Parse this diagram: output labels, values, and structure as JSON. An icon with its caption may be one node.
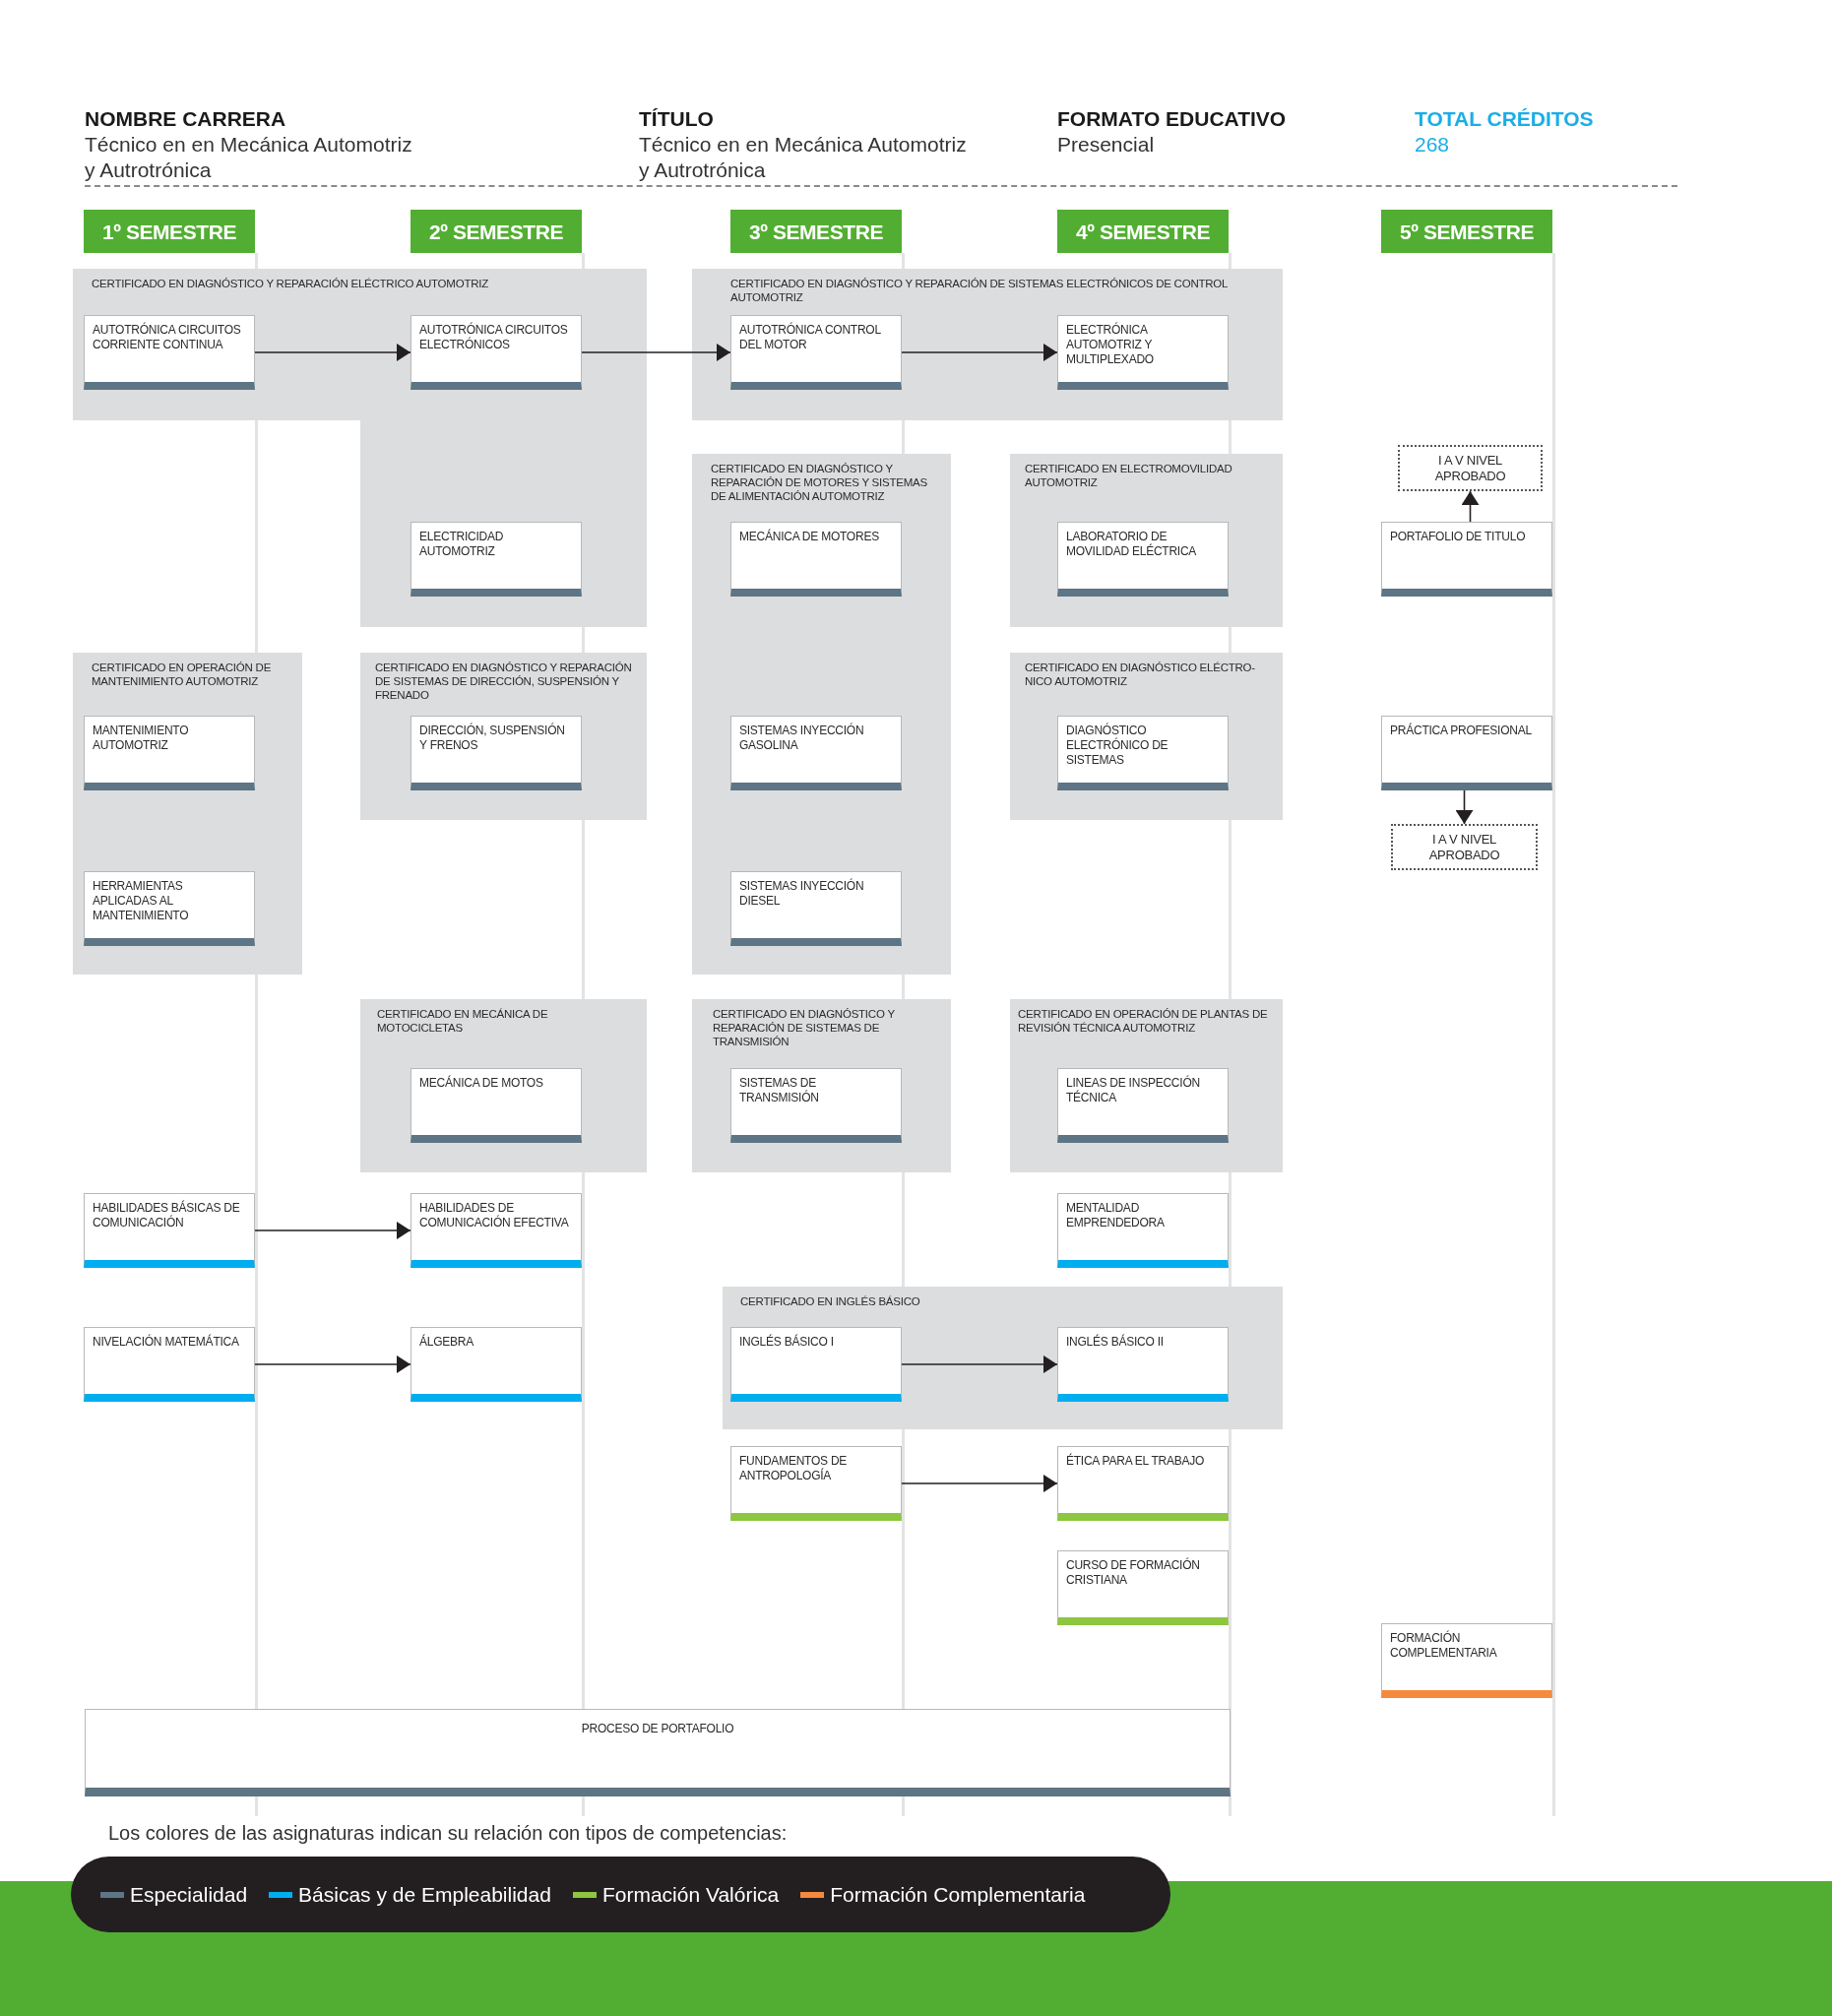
{
  "diagram": {
    "nodes": [
      {
        "text": [
          "1º SEMESTRE"
        ]
      },
      {
        "text": [
          "2º SEMESTRE"
        ]
      },
      {
        "text": [
          "3º SEMESTRE"
        ]
      },
      {
        "text": [
          "4º SEMESTRE"
        ]
      },
      {
        "text": [
          "5º SEMESTRE"
        ]
      },
      {
        "text": [
          "CERTIFICADO EN DIAGNÓSTICO Y REPARACIÓN ELÉCTRICO AUTOMOTRIZ"
        ]
      },
      {
        "text": [
          "AUTOTRÓNICA CIRCUITOS CORRIENTE CONTINUA"
        ],
        "in": 5
      },
      {
        "text": [
          "AUTOTRÓNICA CIRCUITOS ELECTRÓNICOS"
        ],
        "in": 5
      },
      {
        "text": [
          "CERTIFICADO EN DIAGNÓSTICO Y REPARACIÓN DE SISTEMAS ELECTRÓNICOS DE CONTROL AUTOMOTRIZ"
        ]
      },
      {
        "text": [
          "AUTOTRÓNICA CONTROL DEL MOTOR"
        ],
        "in": 8
      },
      {
        "text": [
          "ELECTRÓNICA AUTOMOTRIZ Y MULTIPLEXADO"
        ],
        "in": 8
      },
      {
        "text": [
          "I A V NIVEL APROBADO"
        ]
      },
      {
        "text": [
          "CERTIFICADO EN DIAGNÓSTICO Y REPARACIÓN DE MOTORES Y SISTEMAS DE ALIMENTACIÓN AUTOMOTRIZ"
        ]
      },
      {
        "text": [
          "CERTIFICADO EN ELECTROMOVILIDAD AUTOMOTRIZ"
        ]
      },
      {
        "text": [
          "ELECTRICIDAD AUTOMOTRIZ"
        ],
        "in": 5
      },
      {
        "text": [
          "MECÁNICA DE MOTORES"
        ],
        "in": 12
      },
      {
        "text": [
          "LABORATORIO DE MOVILIDAD ELÉCTRICA"
        ],
        "in": 13
      },
      {
        "text": [
          "PORTAFOLIO DE TITULO"
        ]
      },
      {
        "text": [
          "CERTIFICADO EN OPERACIÓN DE MANTENIMIENTO AUTOMOTRIZ"
        ]
      },
      {
        "text": [
          "CERTIFICADO EN DIAGNÓSTICO Y REPARACIÓN DE SISTEMAS DE DIRECCIÓN, SUSPENSIÓN Y FRENADO"
        ]
      },
      {
        "text": [
          "CERTIFICADO EN DIAGNÓSTICO ELÉCTRO- NICO AUTOMOTRIZ"
        ]
      },
      {
        "text": [
          "MANTENIMIENTO AUTOMOTRIZ"
        ],
        "in": 18
      },
      {
        "text": [
          "DIRECCIÓN, SUSPENSIÓN Y FRENOS"
        ],
        "in": 19
      },
      {
        "text": [
          "SISTEMAS INYECCIÓN GASOLINA"
        ],
        "in": 12
      },
      {
        "text": [
          "DIAGNÓSTICO ELECTRÓNICO DE SISTEMAS"
        ],
        "in": 20
      },
      {
        "text": [
          "PRÁCTICA PROFESIONAL"
        ]
      },
      {
        "text": [
          "I A V NIVEL APROBADO"
        ]
      },
      {
        "text": [
          "HERRAMIENTAS APLICADAS AL MANTENIMIENTO"
        ],
        "in": 18
      },
      {
        "text": [
          "SISTEMAS INYECCIÓN DIESEL"
        ],
        "in": 12
      },
      {
        "text": [
          "CERTIFICADO EN MECÁNICA DE MOTOCICLETAS"
        ]
      },
      {
        "text": [
          "CERTIFICADO EN DIAGNÓSTICO Y REPARACIÓN DE SISTEMAS DE TRANSMISIÓN"
        ]
      },
      {
        "text": [
          "CERTIFICADO EN OPERACIÓN DE PLANTAS DE REVISIÓN TÉCNICA AUTOMOTRIZ"
        ]
      },
      {
        "text": [
          "MECÁNICA DE MOTOS"
        ],
        "in": 29
      },
      {
        "text": [
          "SISTEMAS DE TRANSMISIÓN"
        ],
        "in": 30
      },
      {
        "text": [
          "LINEAS DE INSPECCIÓN TÉCNICA"
        ],
        "in": 31
      },
      {
        "text": [
          "HABILIDADES BÁSICAS DE COMUNICACIÓN"
        ]
      },
      {
        "text": [
          "HABILIDADES DE COMUNICACIÓN EFECTIVA"
        ]
      },
      {
        "text": [
          "MENTALIDAD EMPRENDEDORA"
        ]
      },
      {
        "text": [
          "CERTIFICADO EN INGLÉS BÁSICO"
        ]
      },
      {
        "text": [
          "NIVELACIÓN MATEMÁTICA"
        ]
      },
      {
        "text": [
          "ÁLGEBRA"
        ]
      },
      {
        "text": [
          "INGLÉS BÁSICO I"
        ],
        "in": 38
      },
      {
        "text": [
          "INGLÉS BÁSICO II"
        ],
        "in": 38
      },
      {
        "text": [
          "FUNDAMENTOS DE ANTROPOLOGÍA"
        ]
      },
      {
        "text": [
          "ÉTICA PARA EL TRABAJO"
        ]
      },
      {
        "text": [
          "CURSO DE FORMACIÓN CRISTIANA"
        ]
      },
      {
        "text": [
          "FORMACIÓN COMPLEMENTARIA"
        ]
      },
      {
        "text": [
          "PROCESO DE PORTAFOLIO"
        ]
      }
    ],
    "edges": [
      {
        "from": 6,
        "to": 7,
        "arrow": "to"
      },
      {
        "from": 7,
        "to": 9,
        "arrow": "to"
      },
      {
        "from": 9,
        "to": 10,
        "arrow": "to"
      },
      {
        "from": 17,
        "to": 11,
        "arrow": "to"
      },
      {
        "from": 25,
        "to": 26,
        "arrow": "to"
      },
      {
        "from": 35,
        "to": 36,
        "arrow": "to"
      },
      {
        "from": 39,
        "to": 40,
        "arrow": "to"
      },
      {
        "from": 41,
        "to": 42,
        "arrow": "to"
      },
      {
        "from": 43,
        "to": 44,
        "arrow": "to"
      }
    ],
    "labels": [
      "NOMBRE CARRERA",
      "Técnico en en Mecánica Automotriz y Autrotrónica",
      "TÍTULO",
      "Técnico en en Mecánica Automotriz y Autrotrónica",
      "FORMATO EDUCATIVO",
      "Presencial",
      "TOTAL CRÉDITOS",
      "268",
      "Los colores de las asignaturas indican su relación con tipos de competencias:"
    ],
    "legend": [
      {
        "text": "Especialidad",
        "color": "#5d7584"
      },
      {
        "text": "Básicas y de Empleabilidad",
        "color": "#00aeef"
      },
      {
        "text": "Formación Valórica",
        "color": "#8dc63f"
      },
      {
        "text": "Formación Complementaria",
        "color": "#f58a3c"
      }
    ]
  }
}
